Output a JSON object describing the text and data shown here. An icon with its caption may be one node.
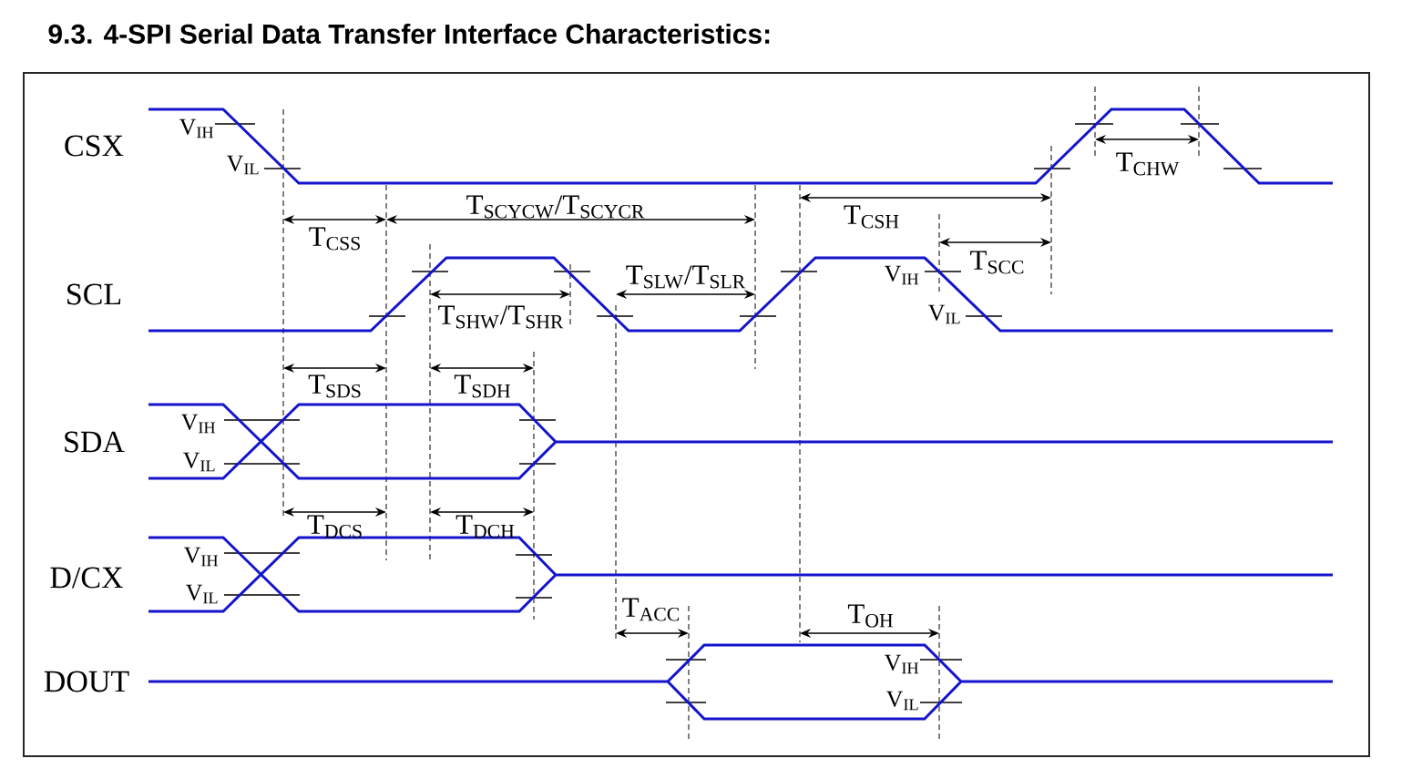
{
  "diagram": {
    "title": "9.3. 4-SPI Serial Data Transfer Interface Characteristics:",
    "labels": [
      "CSX",
      "V$_{IH}$",
      "T$_{CHW}$",
      "V$_{IL}$",
      "T$_{SCYCW}$/T$_{SCYCR}$",
      "T$_{CSH}$",
      "T$_{CSS}$",
      "T$_{SCC}$",
      "V$_{IH}$",
      "SCL",
      "T$_{SLW}$/T$_{SLR}$",
      "V$_{IL}$",
      "T$_{SHW}$/T$_{SHR}$",
      "T$_{SDS}$",
      "T$_{SDH}$",
      "V$_{IH}$",
      "SDA",
      "V$_{IL}$",
      "T$_{DCS}$",
      "T$_{DCH}$",
      "V$_{IH}$",
      "D/CX",
      "V$_{IL}$",
      "T$_{ACC}$",
      "T$_{OH}$",
      "V$_{IH}$",
      "DOUT",
      "V$_{IL}$"
    ]
  }
}
